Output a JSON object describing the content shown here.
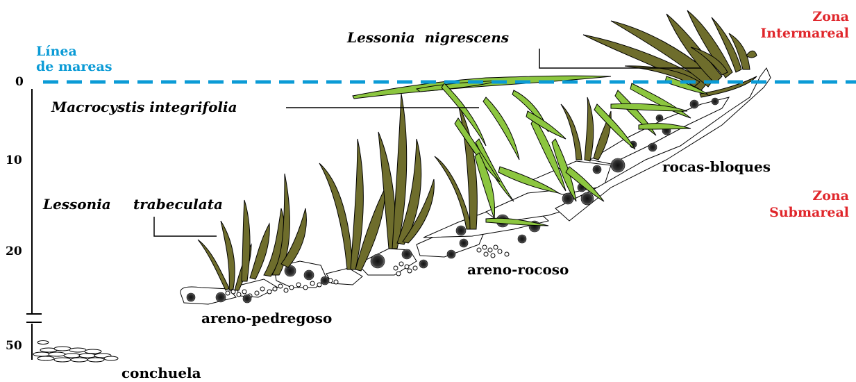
{
  "tide_line": {
    "line1": "Línea",
    "line2": "de mareas",
    "color": "#0b9bd6"
  },
  "zones": {
    "intertidal": {
      "line1": "Zona",
      "line2": "Intermareal"
    },
    "subtidal": {
      "line1": "Zona",
      "line2": "Submareal"
    },
    "color": "#e0262b"
  },
  "species": {
    "lessonia_nigrescens": "Lessonia  nigrescens",
    "macrocystis": "Macrocystis integrifolia",
    "lessonia_trabeculata_1": "Lessonia",
    "lessonia_trabeculata_2": "trabeculata"
  },
  "substrates": {
    "rocas": "rocas-bloques",
    "areno_rocoso": "areno-rocoso",
    "areno_pedregoso": "areno-pedregoso",
    "conchuela": "conchuela"
  },
  "depth_axis": {
    "ticks": [
      "0",
      "10",
      "20",
      "50"
    ]
  },
  "colors": {
    "lessonia": "#6e6d2c",
    "macrocystis": "#8cc63f",
    "urchin": "#222222"
  }
}
